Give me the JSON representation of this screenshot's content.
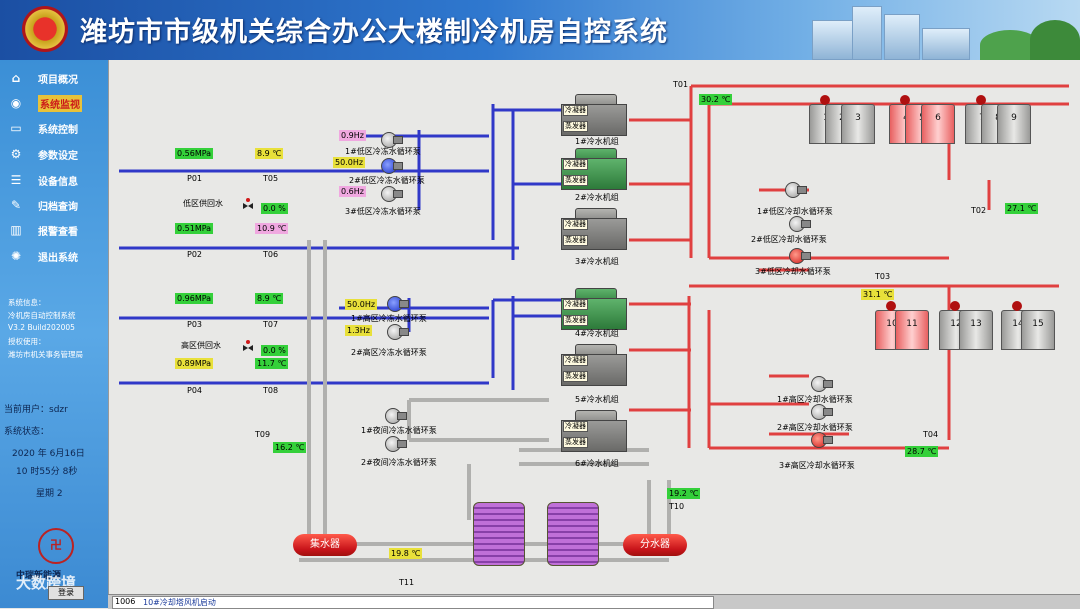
{
  "header": {
    "title": "潍坊市市级机关综合办公大楼制冷机房自控系统"
  },
  "sidebar": {
    "items": [
      {
        "label": "项目概况",
        "icon": "home-icon"
      },
      {
        "label": "系统监视",
        "icon": "eye-icon",
        "active": true
      },
      {
        "label": "系统控制",
        "icon": "monitor-icon"
      },
      {
        "label": "参数设定",
        "icon": "settings-icon"
      },
      {
        "label": "设备信息",
        "icon": "sliders-icon"
      },
      {
        "label": "归档查询",
        "icon": "wrench-icon"
      },
      {
        "label": "报警查看",
        "icon": "bar-chart-icon"
      },
      {
        "label": "退出系统",
        "icon": "exit-icon"
      }
    ],
    "sysinfo_title": "系统信息：",
    "sysinfo_name": "冷机房自动控制系统",
    "sysinfo_version": "V3.2 Build202005",
    "sysinfo_license": "授权使用：",
    "sysinfo_org": "潍坊市机关事务管理局",
    "current_user_label": "当前用户：",
    "current_user": "sdzr",
    "status_label": "系统状态：",
    "date": "2020 年 6月16日",
    "time": "10 时55分 8秒",
    "weekday": "星期    2",
    "login_button": "登录",
    "logo_text": "中瑞新能源",
    "watermark": "大数跨境"
  },
  "status_bar": {
    "message": "10#冷却塔风机启动",
    "prefix": "1006"
  },
  "sensors": {
    "P01": {
      "label": "P01",
      "value": "0.56MPa"
    },
    "T05": {
      "label": "T05",
      "value": "8.9  ℃"
    },
    "P02": {
      "label": "P02",
      "value": "0.51MPa"
    },
    "T06": {
      "label": "T06",
      "value": "10.9  ℃"
    },
    "P03": {
      "label": "P03",
      "value": "0.96MPa"
    },
    "T07": {
      "label": "T07",
      "value": "8.9  ℃"
    },
    "P04": {
      "label": "P04",
      "value": "0.89MPa"
    },
    "T08": {
      "label": "T08",
      "value": "11.7  ℃"
    },
    "T01": {
      "label": "T01",
      "value": "30.2  ℃"
    },
    "T02": {
      "label": "T02",
      "value": "27.1  ℃"
    },
    "T03": {
      "label": "T03",
      "value": "31.1  ℃"
    },
    "T04": {
      "label": "T04",
      "value": "28.7  ℃"
    },
    "T09": {
      "label": "T09",
      "value": "16.2  ℃"
    },
    "T10": {
      "label": "T10",
      "value": "19.2  ℃"
    },
    "T11": {
      "label": "T11",
      "value": "19.8  ℃"
    }
  },
  "zones": {
    "low": {
      "label": "低区供回水",
      "valve": "0.0  %"
    },
    "high": {
      "label": "高区供回水",
      "valve": "0.0  %"
    }
  },
  "chilled_pumps": [
    {
      "label": "1#低区冷冻水循环泵",
      "hz": "0.9Hz"
    },
    {
      "label": "2#低区冷冻水循环泵",
      "hz": "50.0Hz"
    },
    {
      "label": "3#低区冷冻水循环泵",
      "hz": "0.6Hz"
    },
    {
      "label": "1#高区冷冻水循环泵",
      "hz": "50.0Hz"
    },
    {
      "label": "2#高区冷冻水循环泵",
      "hz": "1.3Hz"
    },
    {
      "label": "1#夜间冷冻水循环泵"
    },
    {
      "label": "2#夜间冷冻水循环泵"
    }
  ],
  "chillers": [
    {
      "label": "1#冷水机组"
    },
    {
      "label": "2#冷水机组"
    },
    {
      "label": "3#冷水机组"
    },
    {
      "label": "4#冷水机组"
    },
    {
      "label": "5#冷水机组"
    },
    {
      "label": "6#冷水机组"
    }
  ],
  "chiller_parts": {
    "condenser": "冷凝器",
    "evaporator": "蒸发器"
  },
  "cooling_pumps": [
    {
      "label": "1#低区冷却水循环泵"
    },
    {
      "label": "2#低区冷却水循环泵"
    },
    {
      "label": "3#低区冷却水循环泵"
    },
    {
      "label": "1#高区冷却水循环泵"
    },
    {
      "label": "2#高区冷却水循环泵"
    },
    {
      "label": "3#高区冷却水循环泵"
    }
  ],
  "towers": {
    "t1": [
      "1",
      "2",
      "3"
    ],
    "t2": [
      "4",
      "5",
      "6"
    ],
    "t3": [
      "7",
      "8",
      "9"
    ],
    "t4": [
      "10",
      "11"
    ],
    "t5": [
      "12",
      "13"
    ],
    "t6": [
      "14",
      "15"
    ]
  },
  "tanks": {
    "collector": "集水器",
    "distributor": "分水器"
  },
  "colors": {
    "chilled": "#3038c8",
    "cooling": "#e04040",
    "accent": "#e8c23a"
  }
}
